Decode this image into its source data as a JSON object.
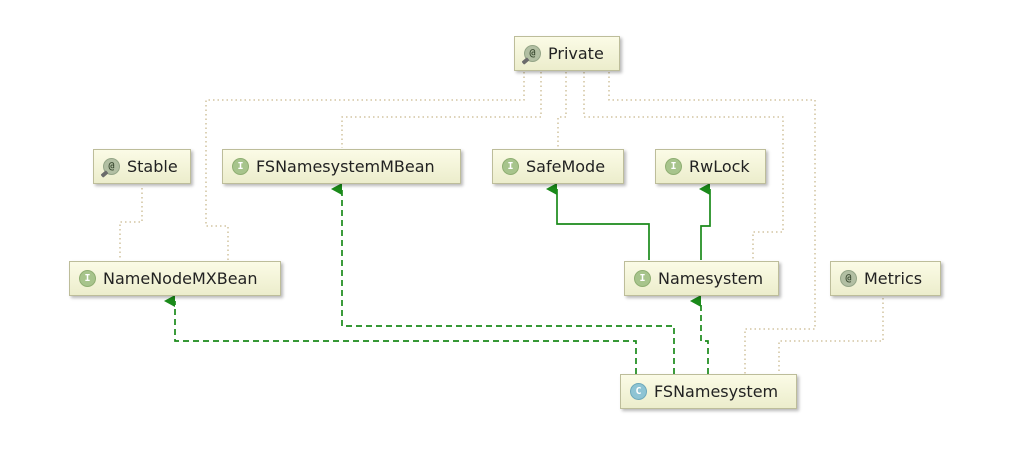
{
  "nodes": {
    "private": {
      "label": "Private",
      "kind": "annotation",
      "icon": "annotation-icon"
    },
    "stable": {
      "label": "Stable",
      "kind": "annotation",
      "icon": "annotation-icon"
    },
    "fsmbean": {
      "label": "FSNamesystemMBean",
      "kind": "interface",
      "icon": "interface-icon"
    },
    "safemode": {
      "label": "SafeMode",
      "kind": "interface",
      "icon": "interface-icon"
    },
    "rwlock": {
      "label": "RwLock",
      "kind": "interface",
      "icon": "interface-icon"
    },
    "nnmxbean": {
      "label": "NameNodeMXBean",
      "kind": "interface",
      "icon": "interface-icon"
    },
    "namesystem": {
      "label": "Namesystem",
      "kind": "interface",
      "icon": "interface-icon"
    },
    "metrics": {
      "label": "Metrics",
      "kind": "annotation",
      "icon": "annotation-icon"
    },
    "fsnamesys": {
      "label": "FSNamesystem",
      "kind": "class",
      "icon": "class-icon"
    }
  },
  "badges": {
    "interface": "I",
    "class": "C",
    "annotation": "@"
  },
  "edges": [
    {
      "from": "namesystem",
      "to": "safemode",
      "type": "extends"
    },
    {
      "from": "namesystem",
      "to": "rwlock",
      "type": "extends"
    },
    {
      "from": "fsnamesys",
      "to": "namesystem",
      "type": "implements"
    },
    {
      "from": "fsnamesys",
      "to": "fsmbean",
      "type": "implements"
    },
    {
      "from": "fsnamesys",
      "to": "nnmxbean",
      "type": "implements"
    },
    {
      "from": "fsnamesys",
      "to": "metrics",
      "type": "annotated-by"
    },
    {
      "from": "fsnamesys",
      "to": "private",
      "type": "annotated-by"
    },
    {
      "from": "nnmxbean",
      "to": "private",
      "type": "annotated-by"
    },
    {
      "from": "nnmxbean",
      "to": "stable",
      "type": "annotated-by"
    },
    {
      "from": "fsmbean",
      "to": "private",
      "type": "annotated-by"
    },
    {
      "from": "safemode",
      "to": "private",
      "type": "annotated-by"
    },
    {
      "from": "namesystem",
      "to": "private",
      "type": "annotated-by"
    }
  ],
  "colors": {
    "inheritance": "#1a8a1a",
    "annotation": "#c9b98f",
    "node_border": "#bdbd9a"
  }
}
